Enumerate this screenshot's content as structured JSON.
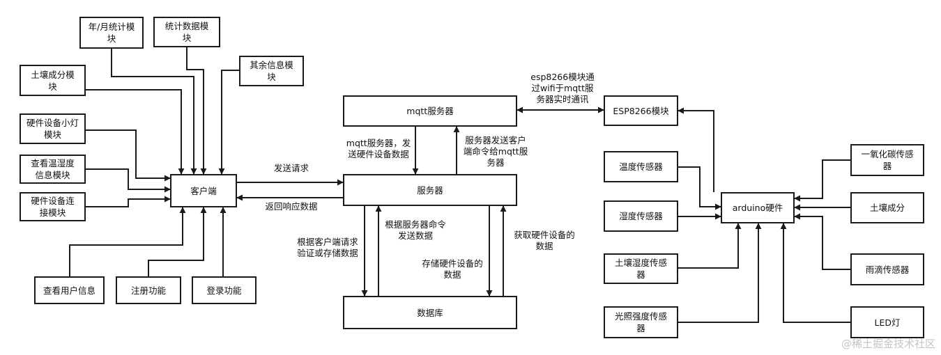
{
  "nodes": {
    "year_month": "年/月统计模\n块",
    "stats_data": "统计数据模\n块",
    "other_info": "其余信息模\n块",
    "soil_module": "土壤成分模\n块",
    "hw_light": "硬件设备小灯\n模块",
    "temp_humid": "查看温湿度\n信息模块",
    "hw_conn": "硬件设备连\n接模块",
    "client": "客户端",
    "user_info": "查看用户信息",
    "register": "注册功能",
    "login": "登录功能",
    "mqtt_server": "mqtt服务器",
    "server": "服务器",
    "database": "数据库",
    "esp8266": "ESP8266模块",
    "temp_sensor": "温度传感器",
    "humid_sensor": "湿度传感器",
    "soil_humid_sensor": "土壤湿度传感\n器",
    "light_sensor": "光照强度传感\n器",
    "arduino": "arduino硬件",
    "co_sensor": "一氧化碳传感\n器",
    "soil": "土壤成分",
    "rain_sensor": "雨滴传感器",
    "led": "LED灯"
  },
  "labels": {
    "send_request": "发送请求",
    "return_response": "返回响应数据",
    "mqtt_send_hw": "mqtt服务器，发\n送硬件设备数据",
    "server_send_cmd": "服务器发送客户\n端命令给mqtt服\n务器",
    "esp_note": "esp8266模块通\n过wifi于mqtt服\n务器实时通讯",
    "db_by_request": "根据客户端请求\n验证或存储数据",
    "db_send_by_cmd": "根据服务器命令\n发送数据",
    "store_hw": "存储硬件设备的\n数据",
    "get_hw": "获取硬件设备的\n数据"
  },
  "watermark": "@稀土掘金技术社区",
  "colors": {
    "line": "#1a1a1a",
    "background": "#ffffff"
  }
}
